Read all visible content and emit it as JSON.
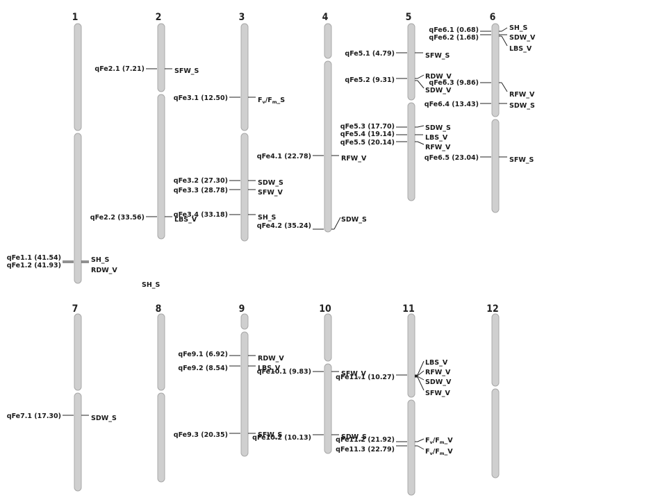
{
  "chromosomes": [
    {
      "id": "1"
    },
    {
      "id": "2"
    },
    {
      "id": "3"
    },
    {
      "id": "4"
    },
    {
      "id": "5"
    },
    {
      "id": "6"
    },
    {
      "id": "7"
    },
    {
      "id": "8"
    },
    {
      "id": "9"
    },
    {
      "id": "10"
    },
    {
      "id": "11"
    },
    {
      "id": "12"
    }
  ],
  "qtls": [
    {
      "chr": "1",
      "name": "qFe1.1 (41.54)",
      "trait": "SH_S"
    },
    {
      "chr": "1",
      "name": "qFe1.2 (41.93)",
      "trait": "RDW_V"
    },
    {
      "chr": "2",
      "name": "qFe2.1 (7.21)",
      "trait": "SFW_S"
    },
    {
      "chr": "2",
      "name": "qFe2.2 (33.56)",
      "trait": "LBS_V"
    },
    {
      "chr": "3",
      "name": "qFe3.1 (12.50)",
      "trait": "Fv/Fm_S"
    },
    {
      "chr": "3",
      "name": "qFe3.2 (27.30)",
      "trait": "SDW_S"
    },
    {
      "chr": "3",
      "name": "qFe3.3 (28.78)",
      "trait": "SFW_V"
    },
    {
      "chr": "3",
      "name": "qFe3.4 (33.18)",
      "trait": "SH_S"
    },
    {
      "chr": "4",
      "name": "qFe4.1 (22.78)",
      "trait": "RFW_V"
    },
    {
      "chr": "4",
      "name": "qFe4.2 (35.24)",
      "trait": "SDW_S"
    },
    {
      "chr": "5",
      "name": "qFe5.1 (4.79)",
      "trait": "SFW_S"
    },
    {
      "chr": "5",
      "name": "qFe5.2 (9.31)",
      "trait": "RDW_V"
    },
    {
      "chr": "5",
      "name": "",
      "trait": "SDW_V"
    },
    {
      "chr": "5",
      "name": "qFe5.3 (17.70)",
      "trait": "SDW_S"
    },
    {
      "chr": "5",
      "name": "qFe5.4 (19.14)",
      "trait": "LBS_V"
    },
    {
      "chr": "5",
      "name": "qFe5.5 (20.14)",
      "trait": "RFW_V"
    },
    {
      "chr": "6",
      "name": "qFe6.1 (0.68)",
      "trait": "SH_S"
    },
    {
      "chr": "6",
      "name": "qFe6.2 (1.68)",
      "trait": "SDW_V"
    },
    {
      "chr": "6",
      "name": "",
      "trait": "LBS_V"
    },
    {
      "chr": "6",
      "name": "qFe6.3 (9.86)",
      "trait": "RFW_V"
    },
    {
      "chr": "6",
      "name": "qFe6.4 (13.43)",
      "trait": "SDW_S"
    },
    {
      "chr": "6",
      "name": "qFe6.5 (23.04)",
      "trait": "SFW_S"
    },
    {
      "chr": "7",
      "name": "qFe7.1 (17.30)",
      "trait": "SDW_S"
    },
    {
      "chr": "9",
      "name": "qFe9.1 (6.92)",
      "trait": "RDW_V"
    },
    {
      "chr": "9",
      "name": "qFe9.2 (8.54)",
      "trait": "LBS_V"
    },
    {
      "chr": "9",
      "name": "qFe9.3 (20.35)",
      "trait": "SFW_S"
    },
    {
      "chr": "10",
      "name": "qFe10.1 (9.83)",
      "trait": "SFW_V"
    },
    {
      "chr": "10",
      "name": "qFe10.2 (10.13)",
      "trait": "SDW_S"
    },
    {
      "chr": "11",
      "name": "qFe11.1 (10.27)",
      "trait": "LBS_V"
    },
    {
      "chr": "11",
      "name": "",
      "trait": "RFW_V"
    },
    {
      "chr": "11",
      "name": "",
      "trait": "SDW_V"
    },
    {
      "chr": "11",
      "name": "",
      "trait": "SFW_V"
    },
    {
      "chr": "11",
      "name": "qFe11.2 (21.92)",
      "trait": "Fv/Fm_V"
    },
    {
      "chr": "11",
      "name": "qFe11.3 (22.79)",
      "trait": "Fv/Fm_V"
    }
  ],
  "stray_label": "SH_S",
  "colors": {
    "chromosome_fill": "#cfcfcf",
    "chromosome_stroke": "#a8a8a8",
    "line": "#222222",
    "text": "#1a1a1a"
  }
}
